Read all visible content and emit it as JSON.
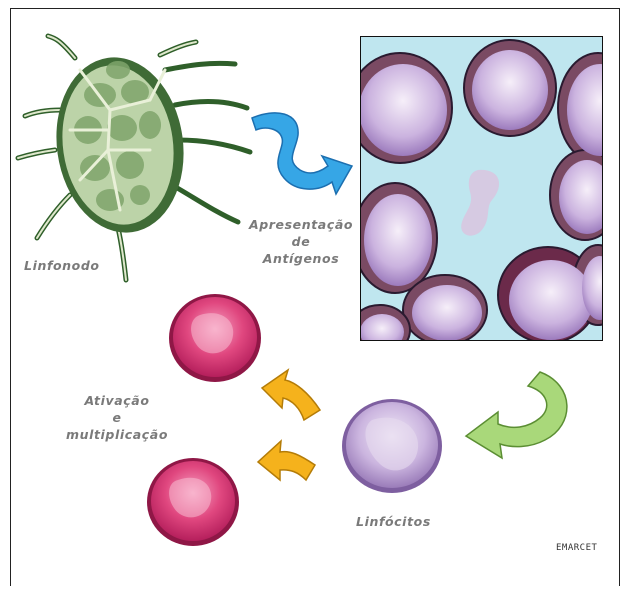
{
  "labels": {
    "linfonodo": "Linfonodo",
    "apresentacao": [
      "Apresentação",
      "de",
      "Antígenos"
    ],
    "ativacao": [
      "Ativação",
      "e",
      "multiplicação"
    ],
    "linfocitos": "Linfócitos"
  },
  "signature": "EMARCET",
  "colors": {
    "node_green": "#3f6b36",
    "node_fill": "#bcd3a8",
    "blue_arrow": "#36a6e6",
    "green_arrow": "#a9d87a",
    "orange_arrow": "#f5b21c",
    "lymphocyte_purple": "#c9b2dc",
    "activated_magenta": "#cf2f73",
    "tissue_blue": "#a9dbe8"
  },
  "icons": [
    "lymph-node-illustration",
    "antigen-presentation-micrograph",
    "lymphocyte-cell",
    "activated-lymphocyte-cell",
    "blue-arrow-icon",
    "green-arrow-icon",
    "orange-arrow-icon"
  ]
}
